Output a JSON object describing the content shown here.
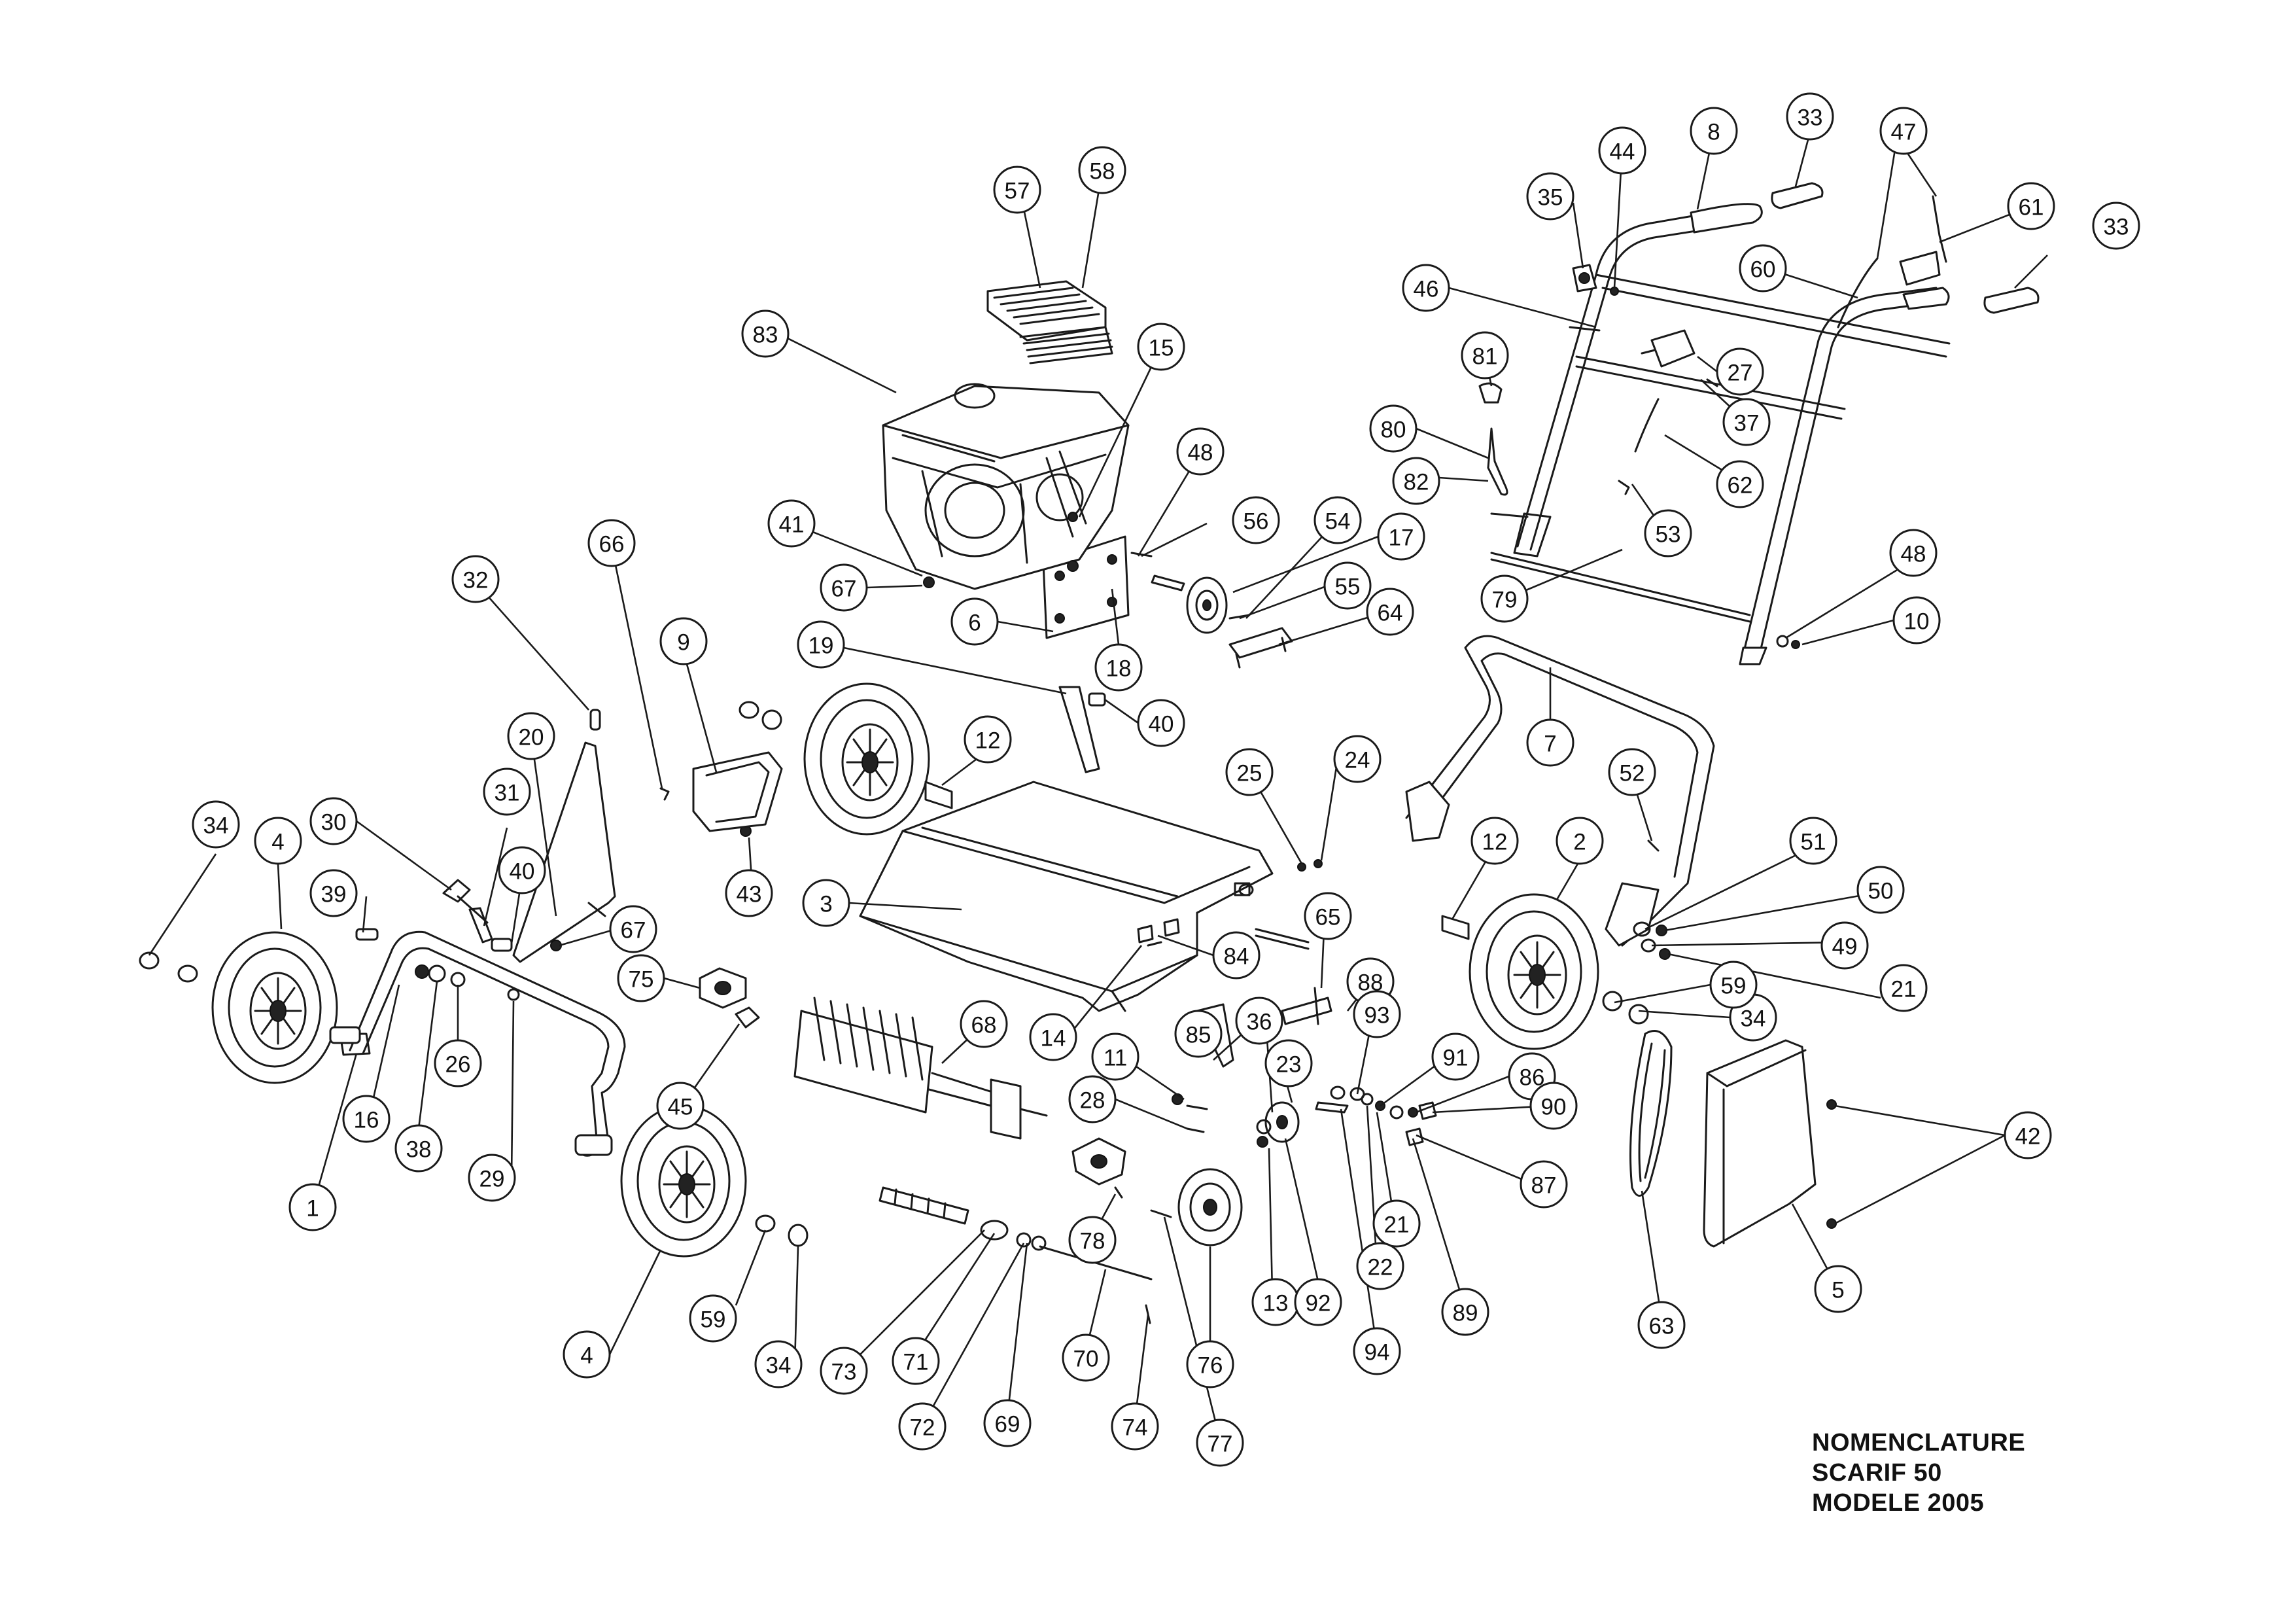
{
  "title_block": {
    "line1": "NOMENCLATURE",
    "line2": "SCARIF 50",
    "line3": "MODELE 2005"
  },
  "balloons": [
    "1",
    "2",
    "3",
    "4",
    "4",
    "5",
    "6",
    "7",
    "8",
    "9",
    "10",
    "11",
    "12",
    "12",
    "13",
    "14",
    "15",
    "16",
    "17",
    "18",
    "19",
    "20",
    "21",
    "21",
    "22",
    "23",
    "24",
    "25",
    "26",
    "27",
    "28",
    "29",
    "30",
    "31",
    "32",
    "33",
    "33",
    "34",
    "34",
    "34",
    "35",
    "36",
    "37",
    "38",
    "39",
    "40",
    "40",
    "41",
    "42",
    "43",
    "44",
    "45",
    "46",
    "47",
    "48",
    "48",
    "49",
    "50",
    "51",
    "52",
    "53",
    "54",
    "55",
    "56",
    "57",
    "58",
    "59",
    "59",
    "60",
    "61",
    "62",
    "63",
    "64",
    "65",
    "66",
    "67",
    "67",
    "68",
    "69",
    "70",
    "71",
    "72",
    "73",
    "74",
    "75",
    "76",
    "77",
    "78",
    "79",
    "80",
    "81",
    "82",
    "83",
    "84",
    "85",
    "86",
    "87",
    "88",
    "89",
    "90",
    "91",
    "92",
    "93",
    "94"
  ]
}
